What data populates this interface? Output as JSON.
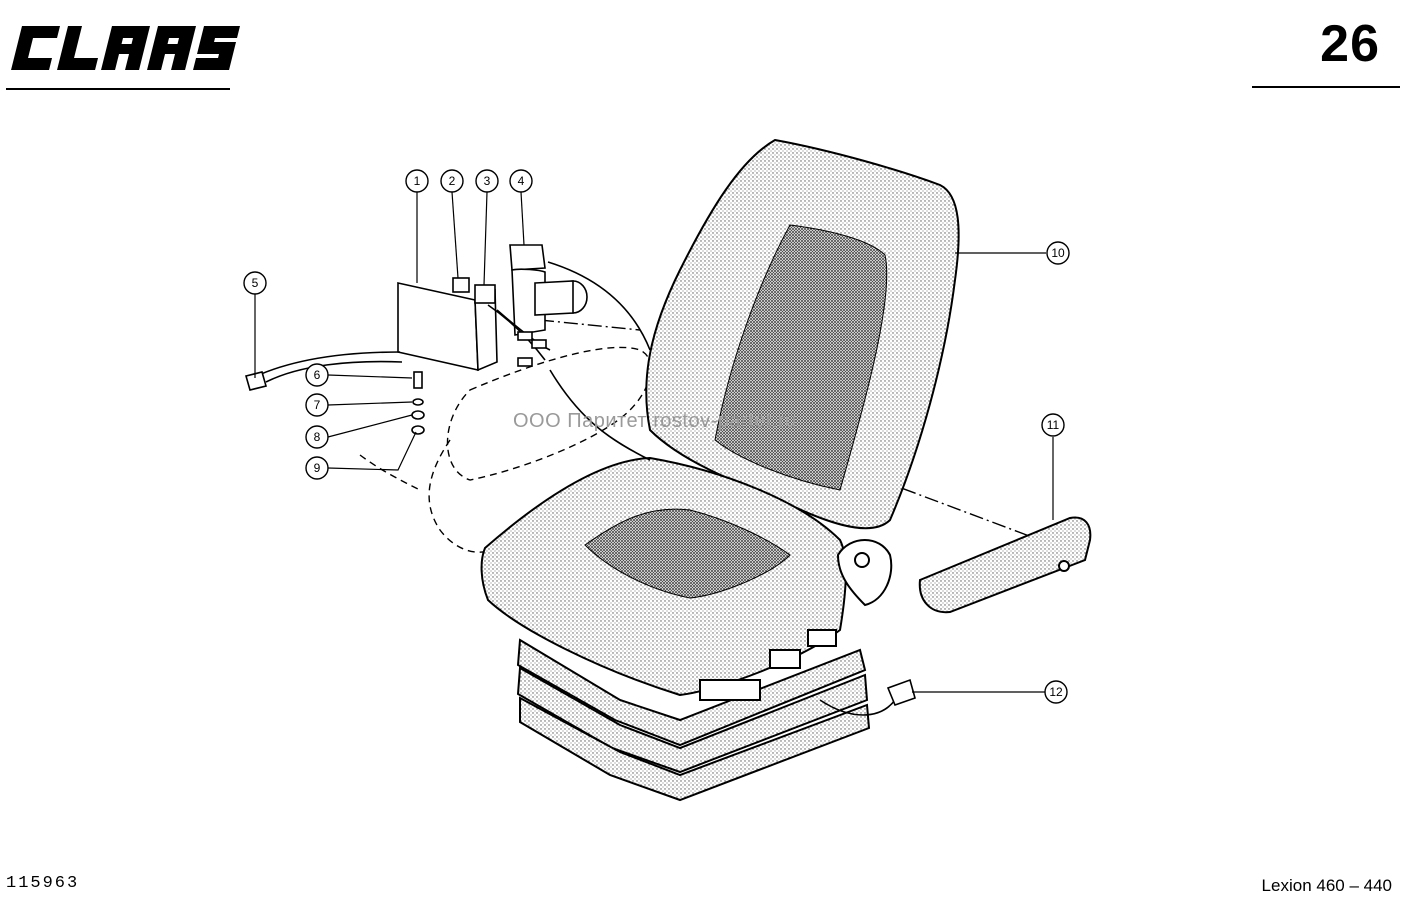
{
  "header": {
    "brand": "CLAAS",
    "page_number": "26"
  },
  "footer": {
    "drawing_number": "115963",
    "model": "Lexion 460 – 440"
  },
  "watermark": "ООО Паритет    rostov-partet.ru",
  "callouts": [
    "1",
    "2",
    "3",
    "4",
    "5",
    "6",
    "7",
    "8",
    "9",
    "10",
    "11",
    "12"
  ]
}
